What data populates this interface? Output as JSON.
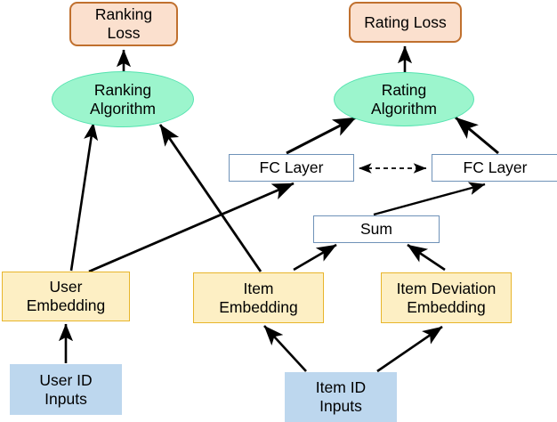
{
  "diagram": {
    "type": "flowchart",
    "title": "",
    "palette": {
      "loss_fill": "#fbe0ce",
      "loss_border": "#c0702e",
      "algorithm_fill": "#9cf5cd",
      "process_fill": "#ffffff",
      "process_border": "#6f92b8",
      "embedding_fill": "#fdefc4",
      "embedding_border": "#e8b52b",
      "input_fill": "#bdd7ee",
      "edge_color": "#000000",
      "background": "#ffffff"
    },
    "nodes": [
      {
        "id": "ranking-loss",
        "label": "Ranking\nLoss",
        "shape": "rounded-rect",
        "group": "loss"
      },
      {
        "id": "rating-loss",
        "label": "Rating Loss",
        "shape": "rounded-rect",
        "group": "loss"
      },
      {
        "id": "ranking-algorithm",
        "label": "Ranking\nAlgorithm",
        "shape": "ellipse",
        "group": "algorithm"
      },
      {
        "id": "rating-algorithm",
        "label": "Rating\nAlgorithm",
        "shape": "ellipse",
        "group": "algorithm"
      },
      {
        "id": "fc-layer-left",
        "label": "FC Layer",
        "shape": "rect",
        "group": "process"
      },
      {
        "id": "fc-layer-right",
        "label": "FC Layer",
        "shape": "rect",
        "group": "process"
      },
      {
        "id": "sum",
        "label": "Sum",
        "shape": "rect",
        "group": "process"
      },
      {
        "id": "user-embedding",
        "label": "User\nEmbedding",
        "shape": "rect",
        "group": "embedding"
      },
      {
        "id": "item-embedding",
        "label": "Item\nEmbedding",
        "shape": "rect",
        "group": "embedding"
      },
      {
        "id": "item-deviation-embedding",
        "label": "Item Deviation\nEmbedding",
        "shape": "rect",
        "group": "embedding"
      },
      {
        "id": "user-id-inputs",
        "label": "User ID\nInputs",
        "shape": "rect",
        "group": "input"
      },
      {
        "id": "item-id-inputs",
        "label": "Item ID\nInputs",
        "shape": "rect",
        "group": "input"
      }
    ],
    "edges": [
      {
        "from": "ranking-algorithm",
        "to": "ranking-loss",
        "style": "solid",
        "arrow": "single"
      },
      {
        "from": "rating-algorithm",
        "to": "rating-loss",
        "style": "solid",
        "arrow": "single"
      },
      {
        "from": "user-embedding",
        "to": "ranking-algorithm",
        "style": "solid",
        "arrow": "single"
      },
      {
        "from": "item-embedding",
        "to": "ranking-algorithm",
        "style": "solid",
        "arrow": "single"
      },
      {
        "from": "fc-layer-left",
        "to": "rating-algorithm",
        "style": "solid",
        "arrow": "single"
      },
      {
        "from": "fc-layer-right",
        "to": "rating-algorithm",
        "style": "solid",
        "arrow": "single"
      },
      {
        "from": "fc-layer-left",
        "to": "fc-layer-right",
        "style": "dashed",
        "arrow": "double"
      },
      {
        "from": "user-embedding",
        "to": "fc-layer-left",
        "style": "solid",
        "arrow": "single"
      },
      {
        "from": "sum",
        "to": "fc-layer-right",
        "style": "solid",
        "arrow": "single"
      },
      {
        "from": "item-embedding",
        "to": "sum",
        "style": "solid",
        "arrow": "single"
      },
      {
        "from": "item-deviation-embedding",
        "to": "sum",
        "style": "solid",
        "arrow": "single"
      },
      {
        "from": "user-id-inputs",
        "to": "user-embedding",
        "style": "solid",
        "arrow": "single"
      },
      {
        "from": "item-id-inputs",
        "to": "item-embedding",
        "style": "solid",
        "arrow": "single"
      },
      {
        "from": "item-id-inputs",
        "to": "item-deviation-embedding",
        "style": "solid",
        "arrow": "single"
      }
    ]
  }
}
